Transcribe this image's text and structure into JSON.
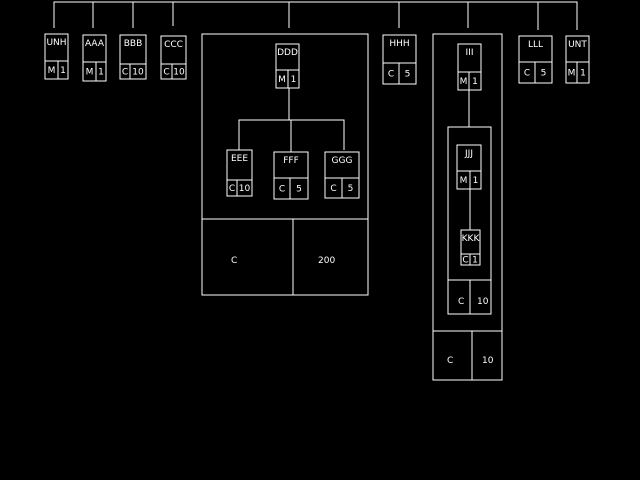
{
  "colors": {
    "background": "#000000",
    "stroke": "#ffffff"
  },
  "nodes": {
    "UNH": {
      "name": "UNH",
      "type": "M",
      "value": "1"
    },
    "AAA": {
      "name": "AAA",
      "type": "M",
      "value": "1"
    },
    "BBB": {
      "name": "BBB",
      "type": "C",
      "value": "10"
    },
    "CCC": {
      "name": "CCC",
      "type": "C",
      "value": "10"
    },
    "DDD": {
      "name": "DDD",
      "type": "M",
      "value": "1"
    },
    "EEE": {
      "name": "EEE",
      "type": "C",
      "value": "10"
    },
    "FFF": {
      "name": "FFF",
      "type": "C",
      "value": "5"
    },
    "GGG": {
      "name": "GGG",
      "type": "C",
      "value": "5"
    },
    "HHH": {
      "name": "HHH",
      "type": "C",
      "value": "5"
    },
    "III": {
      "name": "III",
      "type": "M",
      "value": "1"
    },
    "JJJ": {
      "name": "JJJ",
      "type": "M",
      "value": "1"
    },
    "KKK": {
      "name": "KKK",
      "type": "C",
      "value": "1"
    },
    "LLL": {
      "name": "LLL",
      "type": "C",
      "value": "5"
    },
    "UNT": {
      "name": "UNT",
      "type": "M",
      "value": "1"
    }
  },
  "groups": {
    "DDD_group": {
      "type": "C",
      "value": "200"
    },
    "JJJ_group": {
      "type": "C",
      "value": "10"
    },
    "III_group": {
      "type": "C",
      "value": "10"
    }
  }
}
